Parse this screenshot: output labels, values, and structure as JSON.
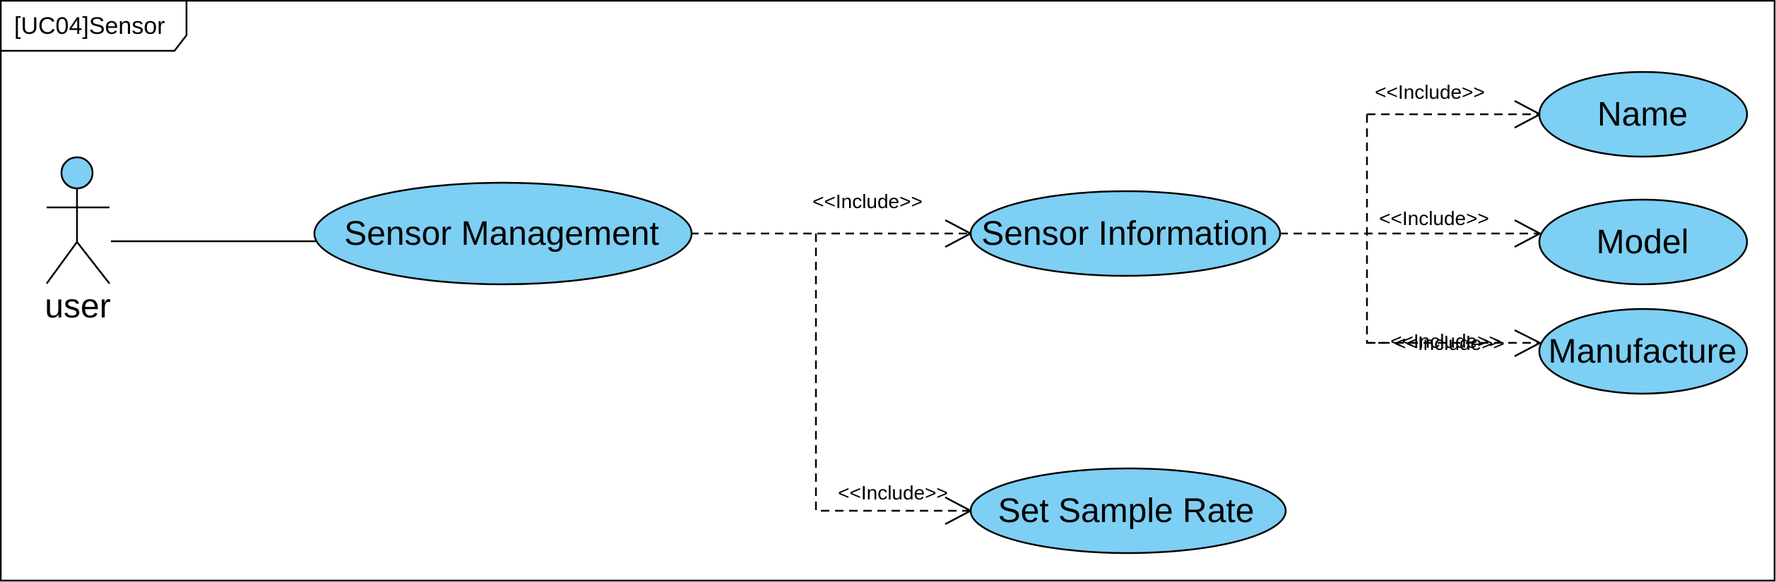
{
  "frame": {
    "title": "[UC04]Sensor"
  },
  "colors": {
    "usecase_fill": "#7dcff3",
    "actor_fill": "#7dcff3",
    "stroke": "#000000",
    "background": "#ffffff"
  },
  "actor": {
    "label": "user"
  },
  "usecases": {
    "sensor_management": "Sensor Management",
    "sensor_information": "Sensor Information",
    "set_sample_rate": "Set Sample Rate",
    "name": "Name",
    "model": "Model",
    "manufacture": "Manufacture"
  },
  "relations": {
    "include_sensor_information": "<<Include>>",
    "include_set_sample_rate": "<<Include>>",
    "include_name": "<<Include>>",
    "include_model": "<<Include>>",
    "include_manufacture_a": "<<Include>>",
    "include_manufacture_b": "<<Include>>"
  }
}
